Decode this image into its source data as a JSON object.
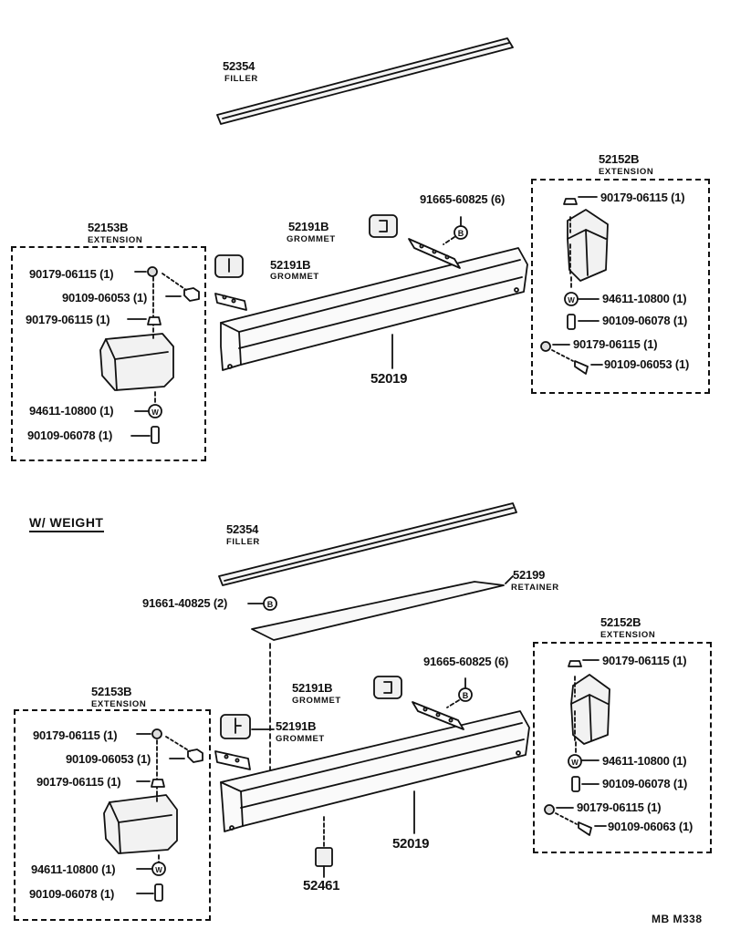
{
  "section_label": "W/ WEIGHT",
  "catalog_code": "MB  M338",
  "top": {
    "filler": {
      "part": "52354",
      "name": "FILLER"
    },
    "extension_right": {
      "part": "52152B",
      "name": "EXTENSION"
    },
    "extension_left": {
      "part": "52153B",
      "name": "EXTENSION"
    },
    "grommet_upper": {
      "part": "52191B",
      "name": "GROMMET"
    },
    "grommet_lower": {
      "part": "52191B",
      "name": "GROMMET"
    },
    "bumper": {
      "part": "52019"
    },
    "bolt_main": {
      "label": "91665-60825 (6)"
    },
    "right": {
      "nut_a": "90179-06115 (1)",
      "washer": "94611-10800 (1)",
      "bolt_a": "90109-06078 (1)",
      "nut_b": "90179-06115 (1)",
      "bolt_b": "90109-06053 (1)"
    },
    "left": {
      "nut_a": "90179-06115 (1)",
      "bolt_b": "90109-06053 (1)",
      "nut_b": "90179-06115 (1)",
      "washer": "94611-10800 (1)",
      "bolt_a": "90109-06078 (1)"
    }
  },
  "bottom": {
    "filler": {
      "part": "52354",
      "name": "FILLER"
    },
    "retainer": {
      "part": "52199",
      "name": "RETAINER"
    },
    "bolt_retainer": {
      "label": "91661-40825 (2)"
    },
    "extension_right": {
      "part": "52152B",
      "name": "EXTENSION"
    },
    "extension_left": {
      "part": "52153B",
      "name": "EXTENSION"
    },
    "grommet_upper": {
      "part": "52191B",
      "name": "GROMMET"
    },
    "grommet_lower": {
      "part": "52191B",
      "name": "GROMMET"
    },
    "bumper": {
      "part": "52019"
    },
    "stopper": {
      "part": "52461"
    },
    "bolt_main": {
      "label": "91665-60825 (6)"
    },
    "right": {
      "nut_a": "90179-06115 (1)",
      "washer": "94611-10800 (1)",
      "bolt_a": "90109-06078 (1)",
      "nut_b": "90179-06115 (1)",
      "bolt_b": "90109-06063 (1)"
    },
    "left": {
      "nut_a": "90179-06115 (1)",
      "bolt_b": "90109-06053 (1)",
      "nut_b": "90179-06115 (1)",
      "washer": "94611-10800 (1)",
      "bolt_a": "90109-06078 (1)"
    }
  }
}
